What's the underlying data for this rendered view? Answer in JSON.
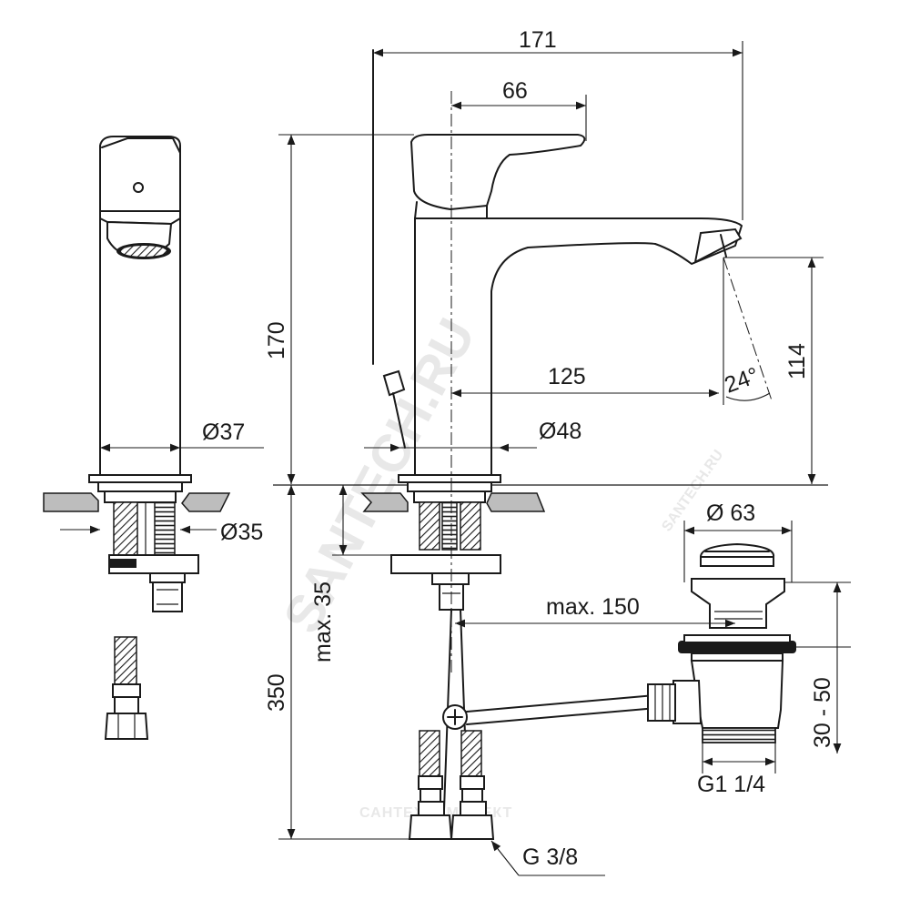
{
  "dimensions": {
    "total_length": "171",
    "lever_offset": "66",
    "height": "170",
    "spout_reach": "125",
    "spout_height": "114",
    "spout_angle": "24°",
    "body_diameter": "Ø37",
    "base_diameter": "Ø48",
    "shank_diameter": "Ø35",
    "under_counter": "350",
    "max_thickness": "max. 35",
    "rod_length": "max. 150",
    "waste_diameter": "Ø 63",
    "waste_range": "30 - 50",
    "waste_thread": "G1 1/4",
    "hose_thread": "G 3/8"
  },
  "watermarks": {
    "main": "SANTECH.RU",
    "small": "SANTECH.RU",
    "footer": "САНТЕХКОМПЛЕКТ"
  },
  "colors": {
    "line": "#1a1a1a",
    "counter": "#bdbdbd",
    "watermark": "#e8e8e8"
  }
}
